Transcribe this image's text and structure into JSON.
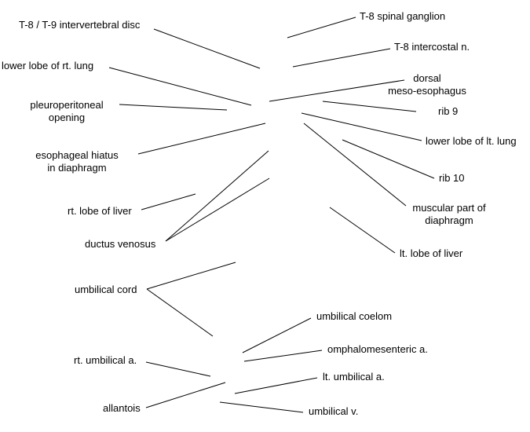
{
  "labels": {
    "t8_t9_disc": "T-8 / T-9 intervertebral disc",
    "t8_spinal_ganglion": "T-8 spinal ganglion",
    "t8_intercostal": "T-8 intercostal n.",
    "lower_lobe_rt_lung": "lower lobe of rt. lung",
    "dorsal_meso_1": "dorsal",
    "dorsal_meso_2": "meso-esophagus",
    "pleuroperitoneal_1": "pleuroperitoneal",
    "pleuroperitoneal_2": "opening",
    "rib9": "rib 9",
    "esophageal_hiatus_1": "esophageal hiatus",
    "esophageal_hiatus_2": "in diaphragm",
    "lower_lobe_lt_lung": "lower lobe of lt. lung",
    "rib10": "rib 10",
    "rt_lobe_liver": "rt. lobe of liver",
    "muscular_diaphragm_1": "muscular part of",
    "muscular_diaphragm_2": "diaphragm",
    "ductus_venosus": "ductus venosus",
    "lt_lobe_liver": "lt. lobe of liver",
    "umbilical_cord": "umbilical cord",
    "umbilical_coelom": "umbilical coelom",
    "omphalomesenteric": "omphalomesenteric a.",
    "rt_umbilical_a": "rt. umbilical a.",
    "lt_umbilical_a": "lt. umbilical a.",
    "allantois": "allantois",
    "umbilical_v": "umbilical v."
  }
}
